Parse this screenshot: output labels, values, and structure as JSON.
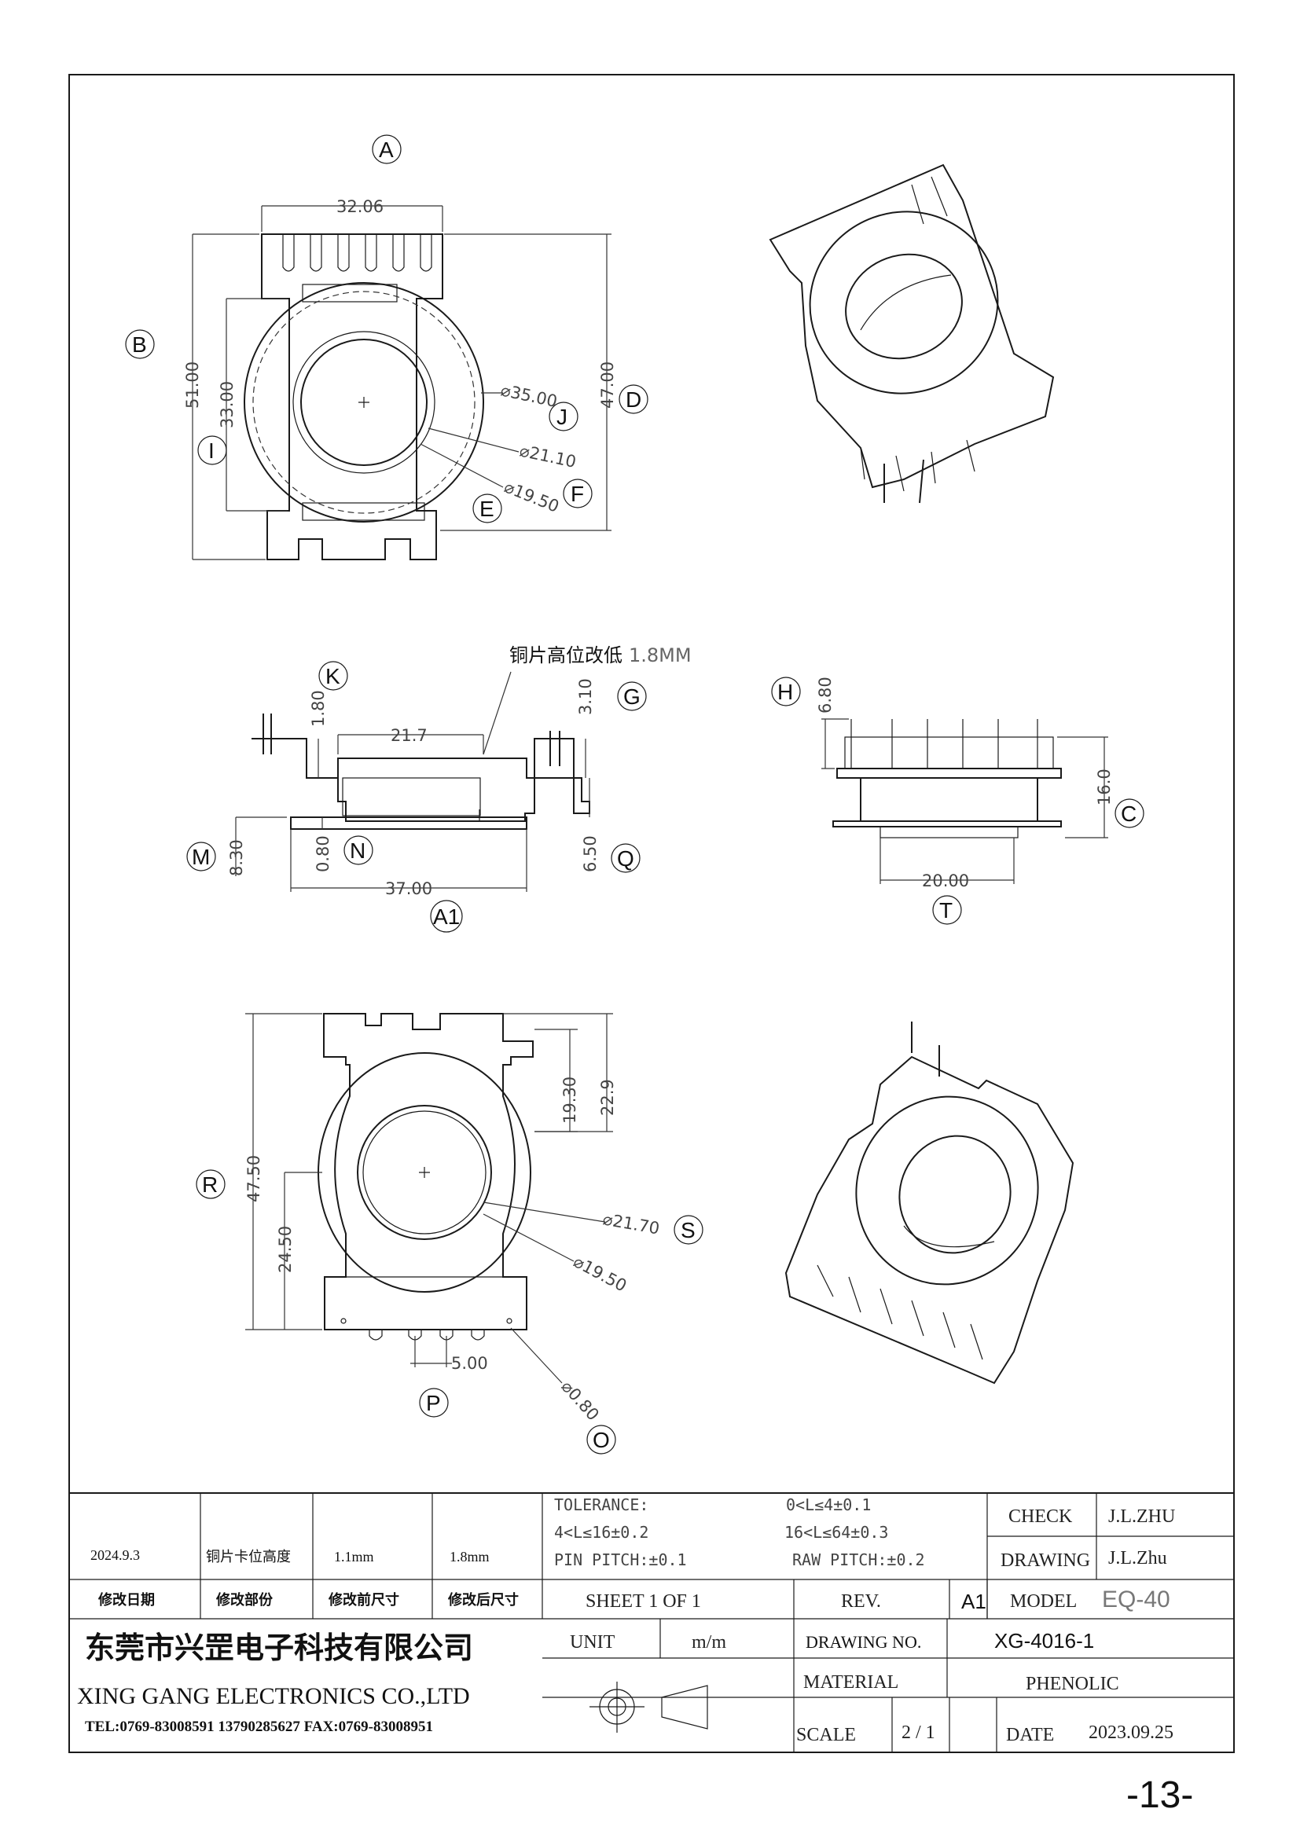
{
  "views": {
    "front": {
      "bubbles": {
        "A": "A",
        "B": "B",
        "D": "D",
        "I": "I",
        "J": "J",
        "E": "E",
        "F": "F"
      },
      "dims": {
        "width": "32.06",
        "h_total": "51.00",
        "h_inner": "33.00",
        "h_47": "47.00",
        "d35": "⌀35.00",
        "d21": "⌀21.10",
        "d19": "⌀19.50"
      }
    },
    "side_left": {
      "bubbles": {
        "K": "K",
        "G": "G",
        "M": "M",
        "N": "N",
        "Q": "Q",
        "A1": "A1"
      },
      "dims": {
        "d180": "1.80",
        "d217": "21.7",
        "d310": "3.10",
        "d830": "8.30",
        "d080": "0.80",
        "d650": "6.50",
        "d3700": "37.00"
      },
      "note": "铜片高位改低",
      "note_suffix": "1.8MM"
    },
    "side_right": {
      "bubbles": {
        "H": "H",
        "C": "C",
        "T": "T"
      },
      "dims": {
        "d680": "6.80",
        "d160": "16.0",
        "d2000": "20.00"
      }
    },
    "bottom": {
      "bubbles": {
        "R": "R",
        "S": "S",
        "P": "P",
        "O": "O"
      },
      "dims": {
        "d4750": "47.50",
        "d1930": "19.30",
        "d229": "22.9",
        "d2450": "24.50",
        "d2170": "⌀21.70",
        "d1950": "⌀19.50",
        "d500": "5.00",
        "d080": "⌀0.80"
      }
    }
  },
  "title_block": {
    "revision": {
      "date": "2024.9.3",
      "part": "铜片卡位高度",
      "before": "1.1mm",
      "after": "1.8mm",
      "h_date": "修改日期",
      "h_part": "修改部份",
      "h_before": "修改前尺寸",
      "h_after": "修改后尺寸"
    },
    "tolerance": {
      "label": "TOLERANCE:",
      "r1": "0<L≤4±0.1",
      "r2": "4<L≤16±0.2",
      "r3": "16<L≤64±0.3",
      "pin": "PIN PITCH:±0.1",
      "raw": "RAW PITCH:±0.2"
    },
    "check_label": "CHECK",
    "check_value": "J.L.ZHU",
    "drawing_label": "DRAWING",
    "drawing_value": "J.L.Zhu",
    "sheet": "SHEET 1 OF 1",
    "rev_label": "REV.",
    "rev_value": "A1",
    "model_label": "MODEL",
    "model_value": "EQ-40",
    "unit_label": "UNIT",
    "unit_value": "m/m",
    "drawing_no_label": "DRAWING NO.",
    "drawing_no_value": "XG-4016-1",
    "material_label": "MATERIAL",
    "material_value": "PHENOLIC",
    "scale_label": "SCALE",
    "scale_value": "2 / 1",
    "date_label": "DATE",
    "date_value": "2023.09.25",
    "company_cn": "东莞市兴罡电子科技有限公司",
    "company_en": "XING GANG ELECTRONICS CO.,LTD",
    "company_tel": "TEL:0769-83008591 13790285627 FAX:0769-83008951"
  },
  "page_number": "-13-"
}
